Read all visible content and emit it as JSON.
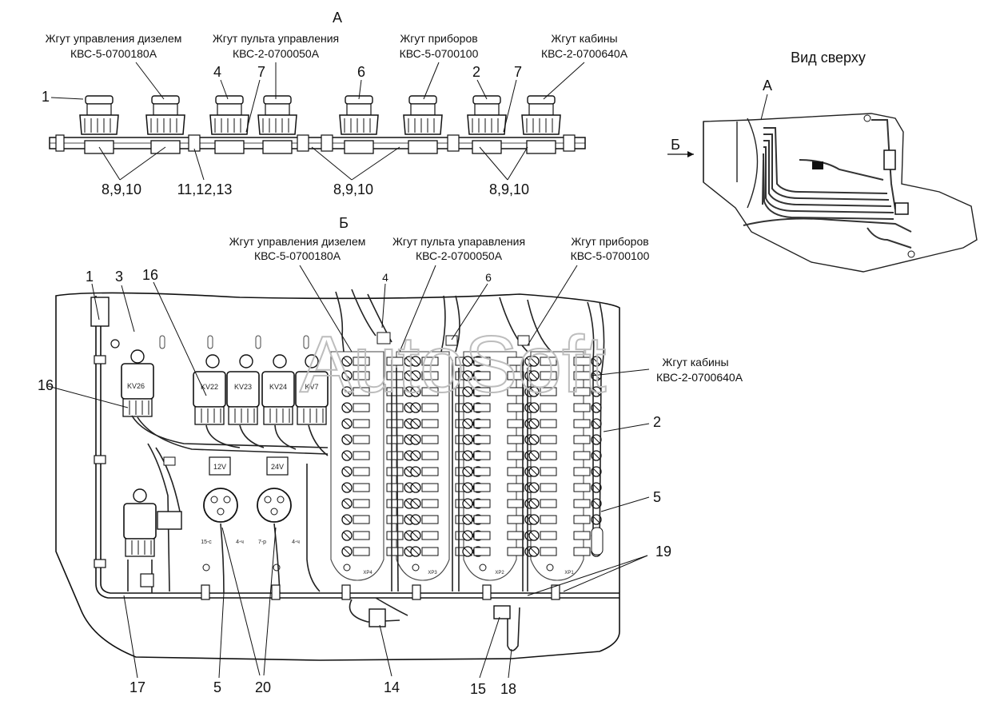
{
  "section_a": {
    "title": "А",
    "labels": {
      "diesel": [
        "Жгут управления дизелем",
        "КВС-5-0700180А"
      ],
      "panel": [
        "Жгут пульта управления",
        "КВС-2-0700050А"
      ],
      "instruments": [
        "Жгут приборов",
        "КВС-5-0700100"
      ],
      "cabin": [
        "Жгут кабины",
        "КВС-2-0700640А"
      ]
    },
    "callouts": [
      "1",
      "4",
      "7",
      "6",
      "2",
      "7"
    ],
    "bottom_callouts": [
      "8,9,10",
      "11,12,13",
      "8,9,10",
      "8,9,10"
    ]
  },
  "top_view": {
    "title": "Вид сверху",
    "marker_a": "А",
    "marker_b": "Б"
  },
  "section_b": {
    "title": "Б",
    "labels": {
      "diesel": [
        "Жгут управления дизелем",
        "КВС-5-0700180А"
      ],
      "panel": [
        "Жгут пульта упаравления",
        "КВС-2-0700050А"
      ],
      "instruments": [
        "Жгут приборов",
        "КВС-5-0700100"
      ],
      "cabin": [
        "Жгут кабины",
        "КВС-2-0700640А"
      ]
    },
    "relays": [
      "KV26",
      "KV22",
      "KV23",
      "KV24",
      "KV7"
    ],
    "voltages": [
      "12V",
      "24V"
    ],
    "fuse_blocks": [
      "XP4",
      "XP3",
      "XP2",
      "XP1"
    ],
    "socket_tags": [
      "15-с",
      "4-ч",
      "7-р",
      "4-ч"
    ],
    "callouts_top": [
      "1",
      "3",
      "16",
      "4",
      "6"
    ],
    "callouts_side": [
      "16",
      "2",
      "5",
      "19"
    ],
    "callouts_bottom": [
      "17",
      "5",
      "20",
      "14",
      "15",
      "18"
    ]
  },
  "watermark": "AutoSoft"
}
